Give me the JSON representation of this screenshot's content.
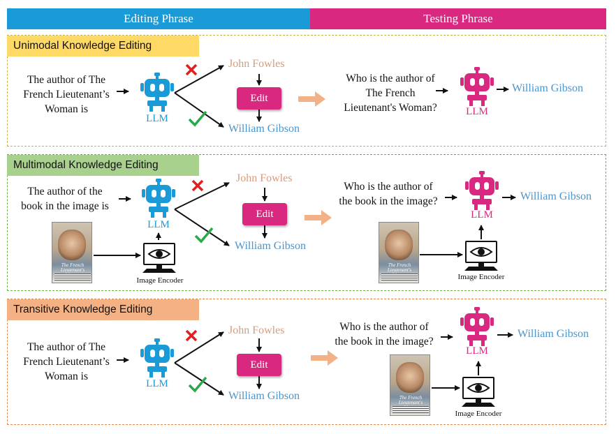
{
  "colors": {
    "blue": "#1a9ad6",
    "pink": "#d8287f",
    "blue_text": "#4d94c8",
    "orange_text": "#d99b7a",
    "red": "#e02020",
    "green": "#2aa84a",
    "arrow_orange": "#f2b187"
  },
  "headers": {
    "editing": "Editing Phrase",
    "testing": "Testing Phrase"
  },
  "panels": [
    {
      "tag": "Unimodal Knowledge Editing",
      "tag_color": "#ffd966",
      "border_color": "#c9b24a",
      "input_lines": [
        "The author of The",
        "French Lieutenant’s",
        "Woman is"
      ],
      "llm": "LLM",
      "wrong": "John Fowles",
      "edit": "Edit",
      "right": "William Gibson",
      "question_lines": [
        "Who is the author of",
        "The French",
        "Lieutenant's Woman?"
      ],
      "test_llm": "LLM",
      "answer": "William Gibson"
    },
    {
      "tag": "Multimodal Knowledge Editing",
      "tag_color": "#a9d18e",
      "border_color": "#70ad47",
      "input_lines": [
        "The author of the",
        "book in the image is"
      ],
      "llm": "LLM",
      "encoder": "Image Encoder",
      "wrong": "John Fowles",
      "edit": "Edit",
      "right": "William Gibson",
      "question_lines": [
        "Who is the author of",
        "the book in the image?"
      ],
      "test_llm": "LLM",
      "test_encoder": "Image Encoder",
      "answer": "William Gibson"
    },
    {
      "tag": "Transitive Knowledge Editing",
      "tag_color": "#f4b183",
      "border_color": "#e08a4a",
      "input_lines": [
        "The author of The",
        "French Lieutenant’s",
        "Woman is"
      ],
      "llm": "LLM",
      "wrong": "John Fowles",
      "edit": "Edit",
      "right": "William Gibson",
      "question_lines": [
        "Who is the author of",
        "the book in the image?"
      ],
      "test_llm": "LLM",
      "test_encoder": "Image Encoder",
      "answer": "William Gibson"
    }
  ],
  "poster_title": "The French Lieutenant's Woman"
}
